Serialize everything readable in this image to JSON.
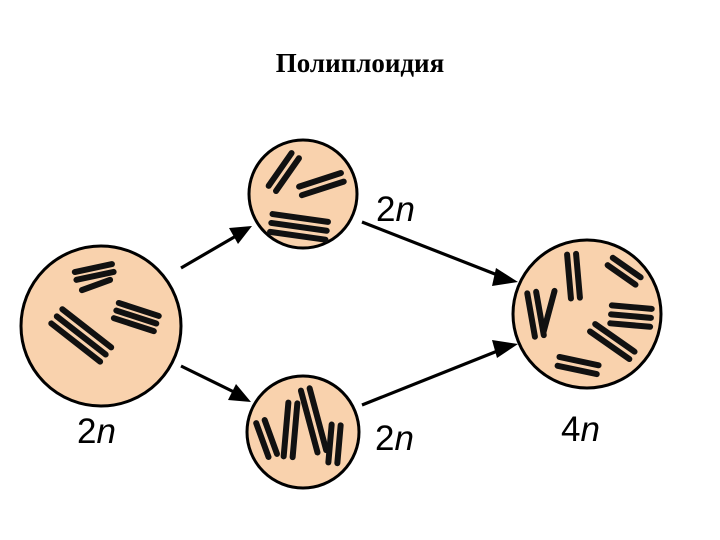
{
  "title": "Полиплоидия",
  "colors": {
    "cell_fill": "#f9d2ad",
    "outline": "#000000",
    "chromosome": "#111111"
  },
  "cells": [
    {
      "id": "parent",
      "ploidy_number": "2",
      "ploidy_letter": "n"
    },
    {
      "id": "upper-daughter",
      "ploidy_number": "2",
      "ploidy_letter": "n"
    },
    {
      "id": "lower-daughter",
      "ploidy_number": "2",
      "ploidy_letter": "n"
    },
    {
      "id": "fused",
      "ploidy_number": "4",
      "ploidy_letter": "n"
    }
  ],
  "arrows": [
    {
      "from": "parent",
      "to": "upper-daughter"
    },
    {
      "from": "parent",
      "to": "lower-daughter"
    },
    {
      "from": "upper-daughter",
      "to": "fused"
    },
    {
      "from": "lower-daughter",
      "to": "fused"
    }
  ]
}
